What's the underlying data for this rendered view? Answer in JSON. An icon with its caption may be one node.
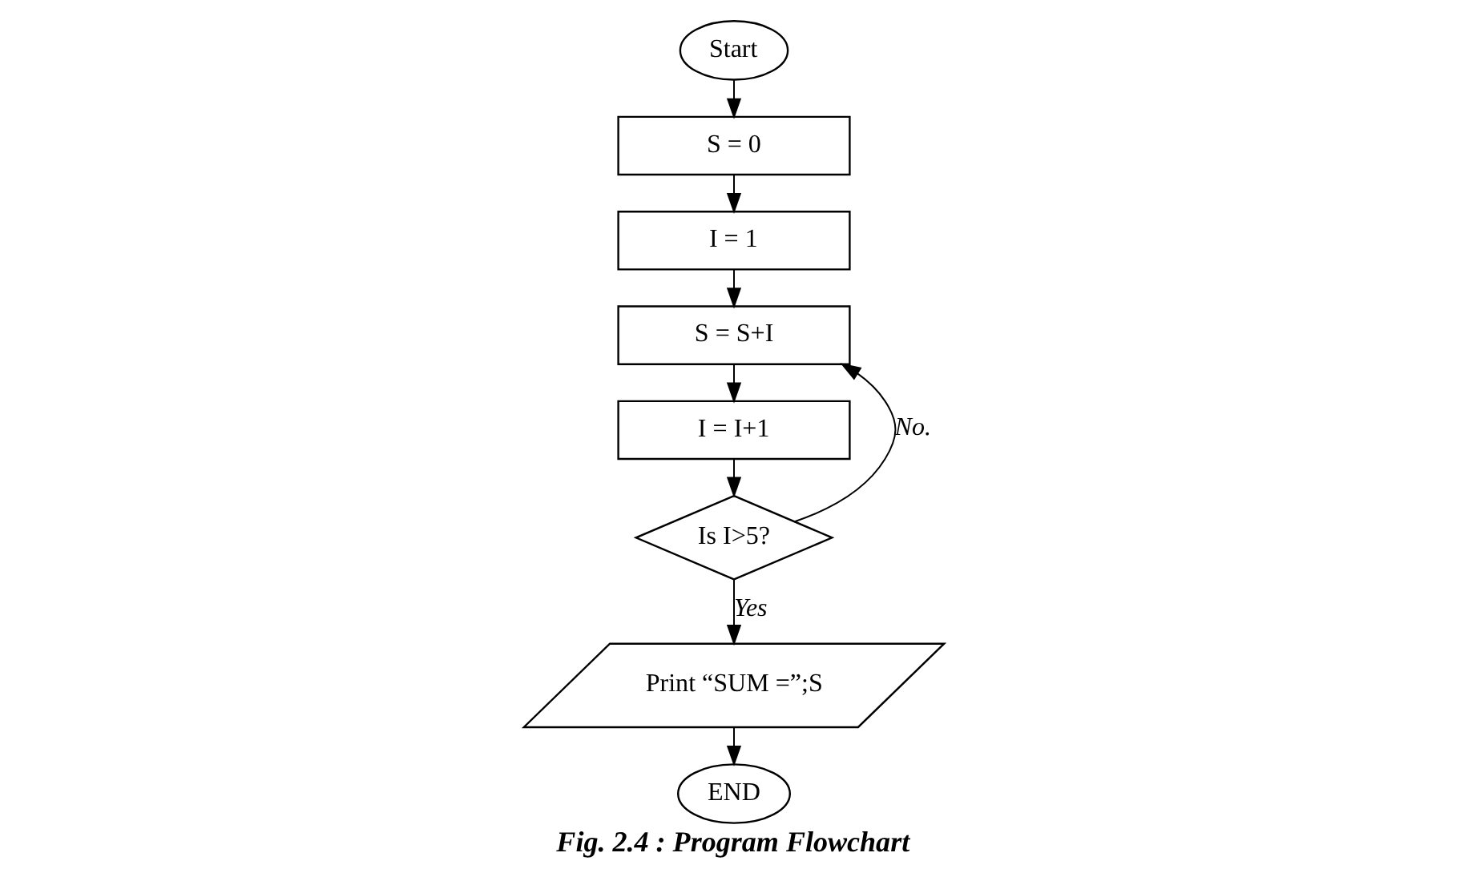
{
  "diagram": {
    "caption": "Fig. 2.4 : Program Flowchart",
    "nodes": [
      {
        "text": [
          "Start"
        ]
      },
      {
        "text": [
          "S = 0"
        ]
      },
      {
        "text": [
          "I = 1"
        ]
      },
      {
        "text": [
          "S = S+I"
        ]
      },
      {
        "text": [
          "I = I+1"
        ]
      },
      {
        "text": [
          "Is I>5?"
        ]
      },
      {
        "text": [
          "Print “SUM =”;S"
        ]
      },
      {
        "text": [
          "END"
        ]
      }
    ],
    "edges": [
      {
        "from": 0,
        "to": 1,
        "arrow": "to"
      },
      {
        "from": 1,
        "to": 2,
        "arrow": "to"
      },
      {
        "from": 2,
        "to": 3,
        "arrow": "to"
      },
      {
        "from": 3,
        "to": 4,
        "arrow": "to"
      },
      {
        "from": 4,
        "to": 5,
        "arrow": "to"
      },
      {
        "from": 5,
        "to": 3,
        "arrow": "to",
        "label": "No."
      },
      {
        "from": 5,
        "to": 6,
        "arrow": "to",
        "label": "Yes"
      },
      {
        "from": 6,
        "to": 7,
        "arrow": "to"
      }
    ]
  }
}
